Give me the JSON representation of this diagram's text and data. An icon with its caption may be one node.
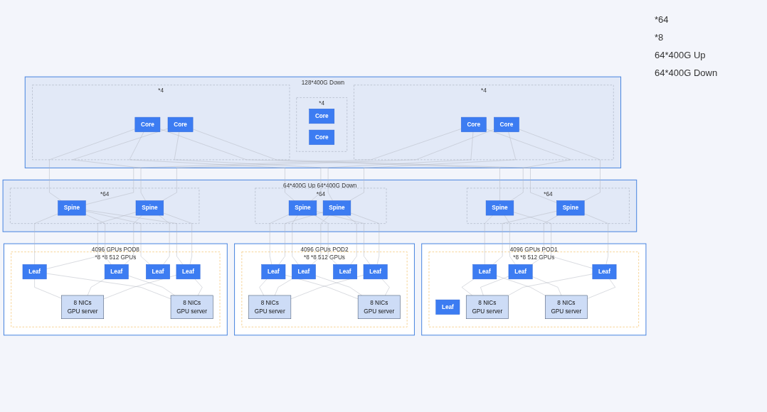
{
  "diagram": {
    "nodes": [
      {
        "text": [],
        "shape": "box",
        "beside": [
          "128*400G Down"
        ]
      },
      {
        "text": [
          "*4"
        ],
        "in": 0
      },
      {
        "text": [
          "Core"
        ],
        "in": 1
      },
      {
        "text": [
          "Core"
        ],
        "in": 1
      },
      {
        "text": [
          "*4"
        ],
        "in": 0
      },
      {
        "text": [
          "Core"
        ],
        "in": 4
      },
      {
        "text": [
          "Core"
        ],
        "in": 4
      },
      {
        "text": [
          "*4"
        ],
        "in": 0
      },
      {
        "text": [
          "Core"
        ],
        "in": 7
      },
      {
        "text": [
          "Core"
        ],
        "in": 7
      },
      {
        "text": [],
        "shape": "box",
        "beside": [
          "64*400G Up",
          "64*400G Down"
        ]
      },
      {
        "text": [
          "*64"
        ],
        "in": 10
      },
      {
        "text": [
          "Spine"
        ],
        "in": 11
      },
      {
        "text": [
          "Spine"
        ],
        "in": 11
      },
      {
        "text": [
          "*64"
        ],
        "in": 10
      },
      {
        "text": [
          "Spine"
        ],
        "in": 14
      },
      {
        "text": [
          "Spine"
        ],
        "in": 14
      },
      {
        "text": [
          "*64"
        ],
        "in": 10
      },
      {
        "text": [
          "Spine"
        ],
        "in": 17
      },
      {
        "text": [
          "Spine"
        ],
        "in": 17
      },
      {
        "text": [
          "4096 GPUs",
          "POD1"
        ]
      },
      {
        "text": [
          "*8",
          "*8",
          "512 GPUs"
        ],
        "in": 20
      },
      {
        "text": [
          "Leaf"
        ],
        "in": 21
      },
      {
        "text": [
          "Leaf"
        ],
        "in": 21
      },
      {
        "text": [
          "Leaf"
        ],
        "in": 21
      },
      {
        "text": [
          "Leaf"
        ],
        "in": 21
      },
      {
        "text": [
          "8 NICs",
          "GPU server"
        ],
        "in": 21
      },
      {
        "text": [
          "8 NICs",
          "GPU server"
        ],
        "in": 21
      },
      {
        "text": [
          "4096 GPUs",
          "POD2"
        ]
      },
      {
        "text": [
          "*8",
          "*8",
          "512 GPUs"
        ],
        "in": 28
      },
      {
        "text": [
          "Leaf"
        ],
        "in": 29
      },
      {
        "text": [
          "Leaf"
        ],
        "in": 29
      },
      {
        "text": [
          "Leaf"
        ],
        "in": 29
      },
      {
        "text": [
          "Leaf"
        ],
        "in": 29
      },
      {
        "text": [
          "8 NICs",
          "GPU server"
        ],
        "in": 29
      },
      {
        "text": [
          "8 NICs",
          "GPU server"
        ],
        "in": 29
      },
      {
        "text": [
          "4096 GPUs",
          "POD8"
        ]
      },
      {
        "text": [
          "*8",
          "*8",
          "512 GPUs"
        ],
        "in": 36
      },
      {
        "text": [
          "Leaf"
        ],
        "in": 37
      },
      {
        "text": [
          "Leaf"
        ],
        "in": 37
      },
      {
        "text": [
          "Leaf"
        ],
        "in": 37
      },
      {
        "text": [
          "Leaf"
        ],
        "in": 37
      },
      {
        "text": [
          "8 NICs",
          "GPU server"
        ],
        "in": 37
      },
      {
        "text": [
          "8 NICs",
          "GPU server"
        ],
        "in": 37
      }
    ],
    "edges": [
      {
        "from": 2,
        "to": 12,
        "arrow": "none"
      },
      {
        "from": 2,
        "to": 15,
        "arrow": "none"
      },
      {
        "from": 2,
        "to": 18,
        "arrow": "none"
      },
      {
        "from": 3,
        "to": 13,
        "arrow": "none"
      },
      {
        "from": 3,
        "to": 16,
        "arrow": "none"
      },
      {
        "from": 3,
        "to": 19,
        "arrow": "none"
      },
      {
        "from": 8,
        "to": 12,
        "arrow": "none"
      },
      {
        "from": 8,
        "to": 15,
        "arrow": "none"
      },
      {
        "from": 8,
        "to": 18,
        "arrow": "none"
      },
      {
        "from": 9,
        "to": 13,
        "arrow": "none"
      },
      {
        "from": 9,
        "to": 16,
        "arrow": "none"
      },
      {
        "from": 9,
        "to": 19,
        "arrow": "none"
      },
      {
        "from": 12,
        "to": 22,
        "arrow": "none"
      },
      {
        "from": 12,
        "to": 23,
        "arrow": "none"
      },
      {
        "from": 12,
        "to": 25,
        "arrow": "none"
      },
      {
        "from": 13,
        "to": 22,
        "arrow": "none"
      },
      {
        "from": 13,
        "to": 23,
        "arrow": "none"
      },
      {
        "from": 13,
        "to": 25,
        "arrow": "none"
      },
      {
        "from": 15,
        "to": 30,
        "arrow": "none"
      },
      {
        "from": 15,
        "to": 31,
        "arrow": "none"
      },
      {
        "from": 15,
        "to": 32,
        "arrow": "none"
      },
      {
        "from": 15,
        "to": 33,
        "arrow": "none"
      },
      {
        "from": 16,
        "to": 30,
        "arrow": "none"
      },
      {
        "from": 16,
        "to": 31,
        "arrow": "none"
      },
      {
        "from": 16,
        "to": 32,
        "arrow": "none"
      },
      {
        "from": 16,
        "to": 33,
        "arrow": "none"
      },
      {
        "from": 18,
        "to": 38,
        "arrow": "none"
      },
      {
        "from": 18,
        "to": 39,
        "arrow": "none"
      },
      {
        "from": 18,
        "to": 40,
        "arrow": "none"
      },
      {
        "from": 18,
        "to": 41,
        "arrow": "none"
      },
      {
        "from": 19,
        "to": 38,
        "arrow": "none"
      },
      {
        "from": 19,
        "to": 39,
        "arrow": "none"
      },
      {
        "from": 19,
        "to": 40,
        "arrow": "none"
      },
      {
        "from": 19,
        "to": 41,
        "arrow": "none"
      },
      {
        "from": 22,
        "to": 26,
        "arrow": "none"
      },
      {
        "from": 22,
        "to": 27,
        "arrow": "none"
      },
      {
        "from": 23,
        "to": 26,
        "arrow": "none"
      },
      {
        "from": 23,
        "to": 27,
        "arrow": "none"
      },
      {
        "from": 25,
        "to": 26,
        "arrow": "none"
      },
      {
        "from": 25,
        "to": 27,
        "arrow": "none"
      },
      {
        "from": 30,
        "to": 34,
        "arrow": "none"
      },
      {
        "from": 30,
        "to": 35,
        "arrow": "none"
      },
      {
        "from": 31,
        "to": 34,
        "arrow": "none"
      },
      {
        "from": 31,
        "to": 35,
        "arrow": "none"
      },
      {
        "from": 33,
        "to": 34,
        "arrow": "none"
      },
      {
        "from": 33,
        "to": 35,
        "arrow": "none"
      },
      {
        "from": 38,
        "to": 42,
        "arrow": "none"
      },
      {
        "from": 38,
        "to": 43,
        "arrow": "none"
      },
      {
        "from": 39,
        "to": 42,
        "arrow": "none"
      },
      {
        "from": 39,
        "to": 43,
        "arrow": "none"
      },
      {
        "from": 41,
        "to": 42,
        "arrow": "none"
      },
      {
        "from": 41,
        "to": 43,
        "arrow": "none"
      }
    ],
    "labels": [
      "*64",
      "*8",
      "64*400G Up",
      "64*400G Down"
    ]
  }
}
